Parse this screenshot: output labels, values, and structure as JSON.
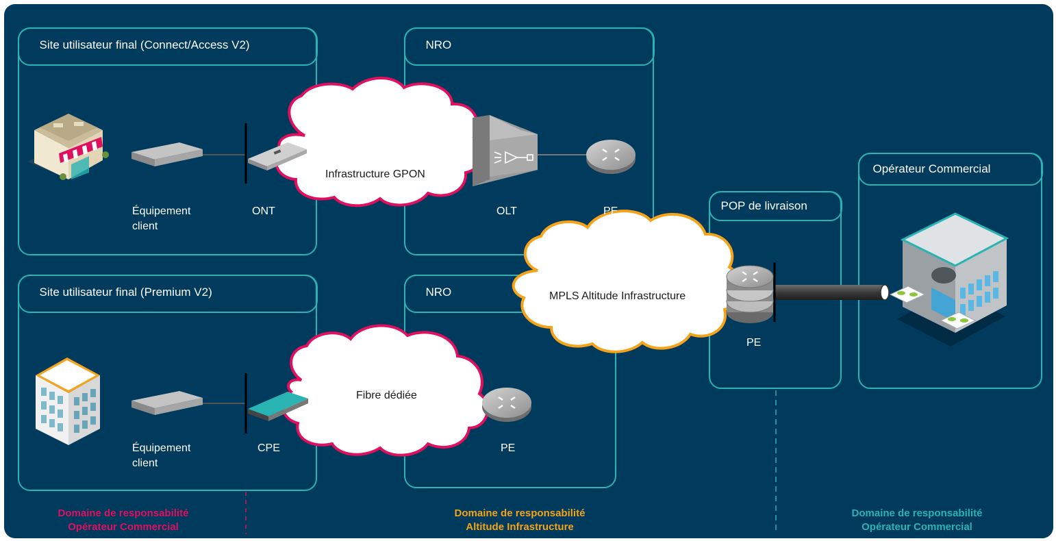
{
  "colors": {
    "background": "#003a5c",
    "box_border": "#2ab3b3",
    "cloud_border_pink": "#e0105f",
    "cloud_border_orange": "#f5a31a",
    "domain_pink": "#e0105f",
    "domain_orange": "#f5a31a",
    "domain_teal": "#2ab3b3"
  },
  "sites": {
    "connect_title": "Site utilisateur final (Connect/Access V2)",
    "premium_title": "Site utilisateur final (Premium V2)"
  },
  "nro": {
    "top_title": "NRO",
    "bottom_title": "NRO"
  },
  "pop": {
    "title": "POP de livraison"
  },
  "operator": {
    "title": "Opérateur Commercial"
  },
  "labels": {
    "equip_client_top_1": "Équipement",
    "equip_client_top_2": "client",
    "ont": "ONT",
    "olt": "OLT",
    "pe_top": "PE",
    "equip_client_bottom_1": "Équipement",
    "equip_client_bottom_2": "client",
    "cpe": "CPE",
    "pe_bottom": "PE",
    "pe_pop": "PE"
  },
  "clouds": {
    "gpon": "Infrastructure GPON",
    "fibre": "Fibre dédiée",
    "mpls": "MPLS Altitude Infrastructure"
  },
  "domains": {
    "left_1": "Domaine de responsabilité",
    "left_2": "Opérateur Commercial",
    "center_1": "Domaine de responsabilité",
    "center_2": "Altitude Infrastructure",
    "right_1": "Domaine de responsabilité",
    "right_2": "Opérateur Commercial"
  },
  "icons": [
    "shop-icon",
    "office-building-icon",
    "customer-equipment-icon",
    "ont-icon",
    "cpe-icon",
    "olt-icon",
    "router-icon",
    "router-stack-icon",
    "datacenter-building-icon"
  ]
}
